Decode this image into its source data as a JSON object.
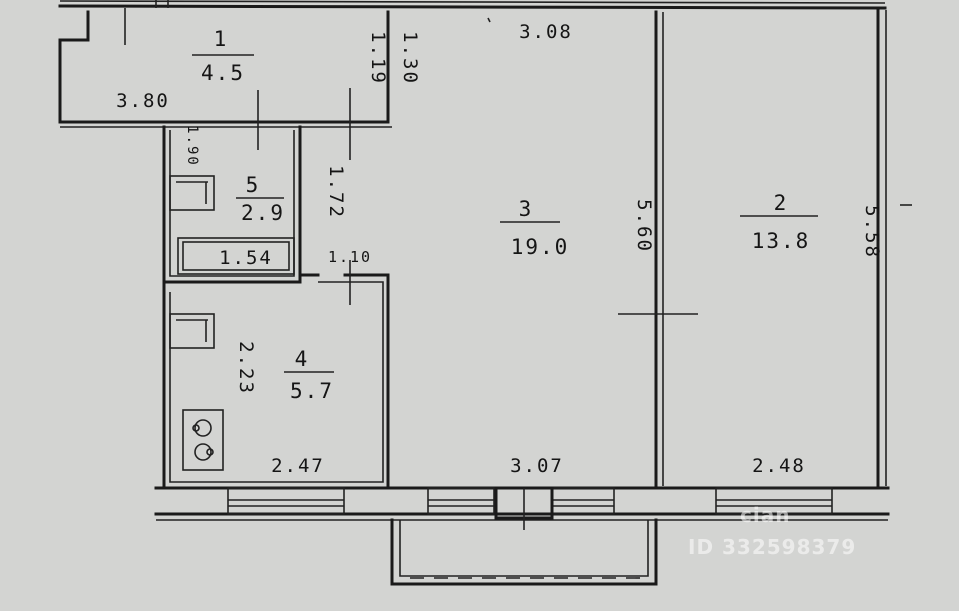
{
  "rooms": [
    {
      "number": "1",
      "area": "4.5"
    },
    {
      "number": "2",
      "area": "13.8"
    },
    {
      "number": "3",
      "area": "19.0"
    },
    {
      "number": "4",
      "area": "5.7"
    },
    {
      "number": "5",
      "area": "2.9"
    }
  ],
  "dimensions": {
    "top_center": "3.08",
    "hall_length": "3.80",
    "hall_width_a": "1.19",
    "hall_width_b": "1.30",
    "bath_width": "1.90",
    "corridor": "1.72",
    "bathtub": "1.54",
    "door": "1.10",
    "kitchen_width": "2.23",
    "kitchen_length": "2.47",
    "room3_bottom": "3.07",
    "room3_height": "5.60",
    "room2_bottom": "2.48",
    "room2_height": "5.58"
  },
  "watermark": {
    "brand": "cian",
    "id_text": "ID 332598379"
  }
}
